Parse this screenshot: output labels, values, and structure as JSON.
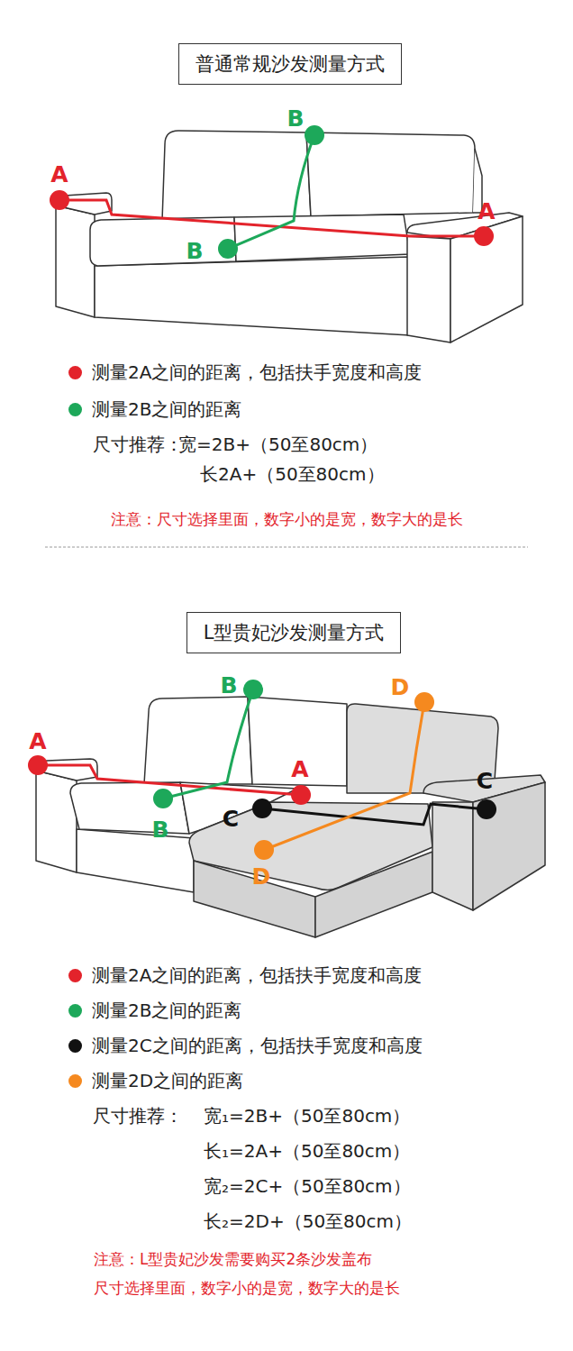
{
  "diagram": {
    "nodes": [
      {
        "text": [
          "普通常规沙发测量方式"
        ]
      },
      {
        "text": [
          "L型贵妃沙发测量方式"
        ]
      }
    ],
    "labels": [
      "A",
      "B",
      "B",
      "A",
      "尺寸推荐：",
      "宽=2B+（50至80cm）",
      "长2A+（50至80cm）",
      "注意：尺寸选择里面，数字小的是宽，数字大的是长",
      "B",
      "D",
      "A",
      "A",
      "C",
      "C",
      "B",
      "D",
      "尺寸推荐：",
      "宽₁=2B+（50至80cm）",
      "长₁=2A+（50至80cm）",
      "宽₂=2C+（50至80cm）",
      "长₂=2D+（50至80cm）",
      "注意：L型贵妃沙发需要购买2条沙发盖布",
      "尺寸选择里面，数字小的是宽，数字大的是长"
    ],
    "legend": [
      {
        "text": "测量2A之间的距离，包括扶手宽度和高度",
        "color": "#e3232b"
      },
      {
        "text": "测量2B之间的距离",
        "color": "#1da85a"
      },
      {
        "text": "测量2A之间的距离，包括扶手宽度和高度",
        "color": "#e3232b"
      },
      {
        "text": "测量2B之间的距离",
        "color": "#1da85a"
      },
      {
        "text": "测量2C之间的距离，包括扶手宽度和高度",
        "color": "#111111"
      },
      {
        "text": "测量2D之间的距离",
        "color": "#f5891f"
      }
    ]
  }
}
